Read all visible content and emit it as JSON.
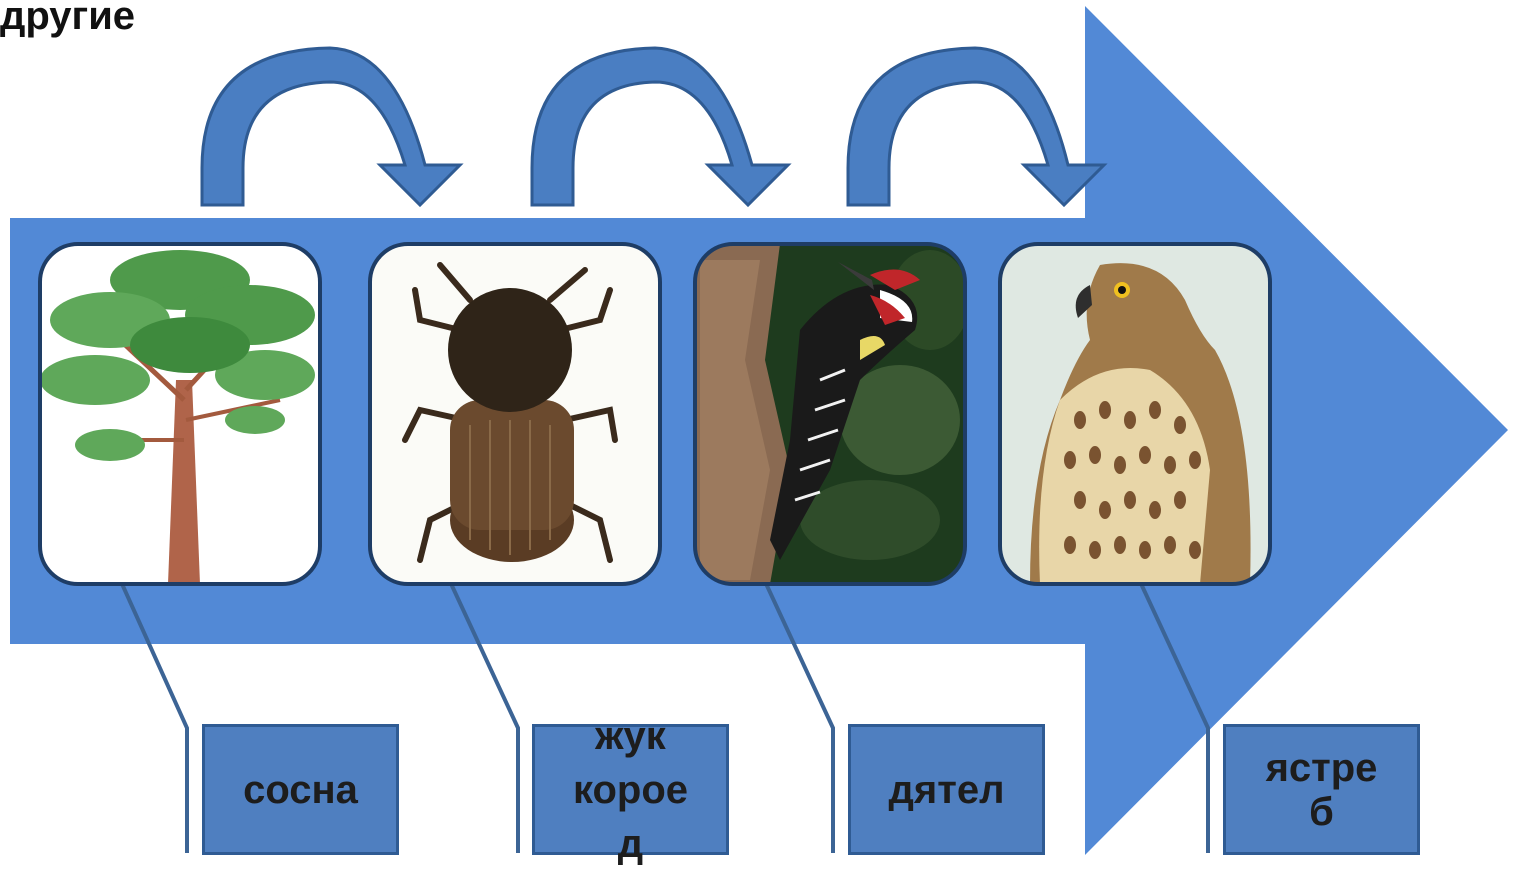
{
  "title": "другие",
  "colors": {
    "arrow": "#5289d6",
    "curved_arrow": "#4a7ec2",
    "curved_arrow_edge": "#2f5b93",
    "card_border": "#1e3d66",
    "label_fill": "#4f7fc0",
    "label_border": "#2f5b93",
    "connector": "#3c6495"
  },
  "food_chain": [
    {
      "label": "сосна",
      "image": "pine-tree"
    },
    {
      "label": "жук\nкорое\nд",
      "image": "bark-beetle"
    },
    {
      "label": "дятел",
      "image": "woodpecker"
    },
    {
      "label": "ястре\nб",
      "image": "hawk"
    }
  ]
}
